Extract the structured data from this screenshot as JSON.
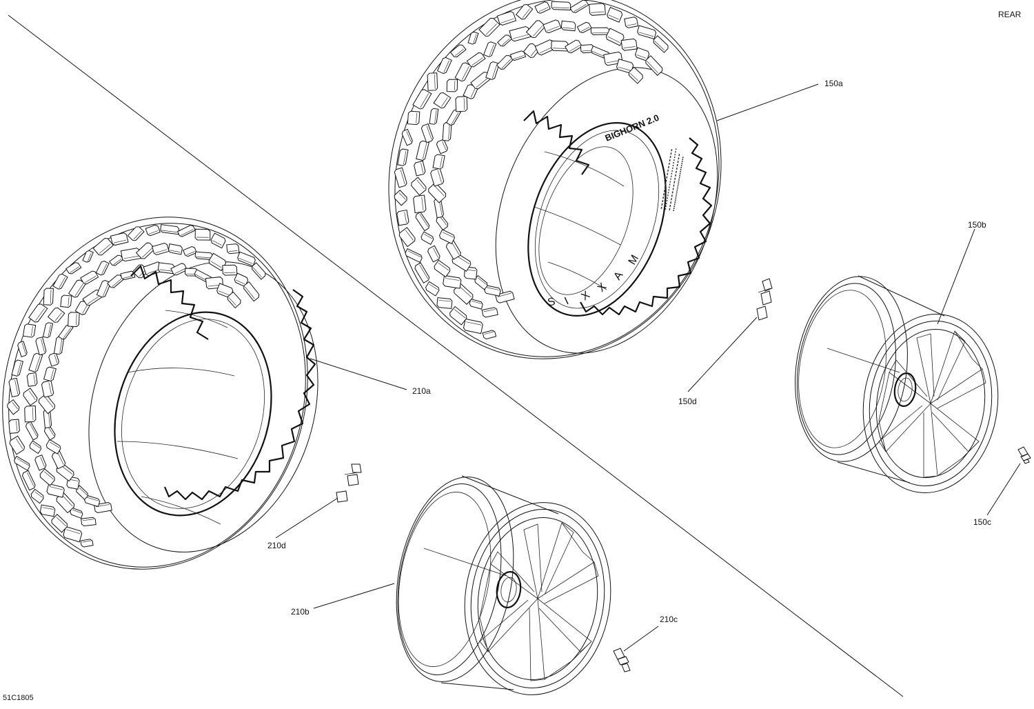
{
  "header": {
    "view_label": "REAR"
  },
  "footer": {
    "diagram_code": "51C1805"
  },
  "callouts": {
    "c150a": "150a",
    "c150b": "150b",
    "c150c": "150c",
    "c150d": "150d",
    "c210a": "210a",
    "c210b": "210b",
    "c210c": "210c",
    "c210d": "210d"
  },
  "sidewall": {
    "brand_letters": [
      "M",
      "A",
      "X",
      "X",
      "I",
      "S"
    ],
    "model": "BIGHORN 2.0"
  }
}
